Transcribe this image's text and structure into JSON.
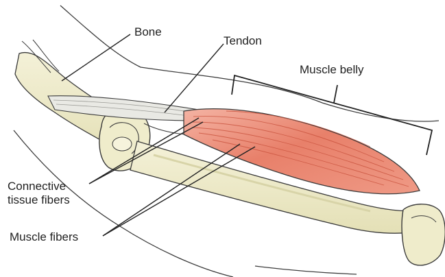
{
  "labels": {
    "bone": "Bone",
    "tendon": "Tendon",
    "muscle_belly": "Muscle belly",
    "connective_line1": "Connective",
    "connective_line2": "tissue fibers",
    "muscle_fibers": "Muscle fibers"
  },
  "colors": {
    "outline": "#3a3a3a",
    "bone_fill": "#efeccb",
    "bone_shadow": "#d8d4a8",
    "muscle_fill": "#e8806a",
    "muscle_light": "#f4b3a3",
    "tendon_fill": "#e9e9e4",
    "leader": "#222222"
  }
}
